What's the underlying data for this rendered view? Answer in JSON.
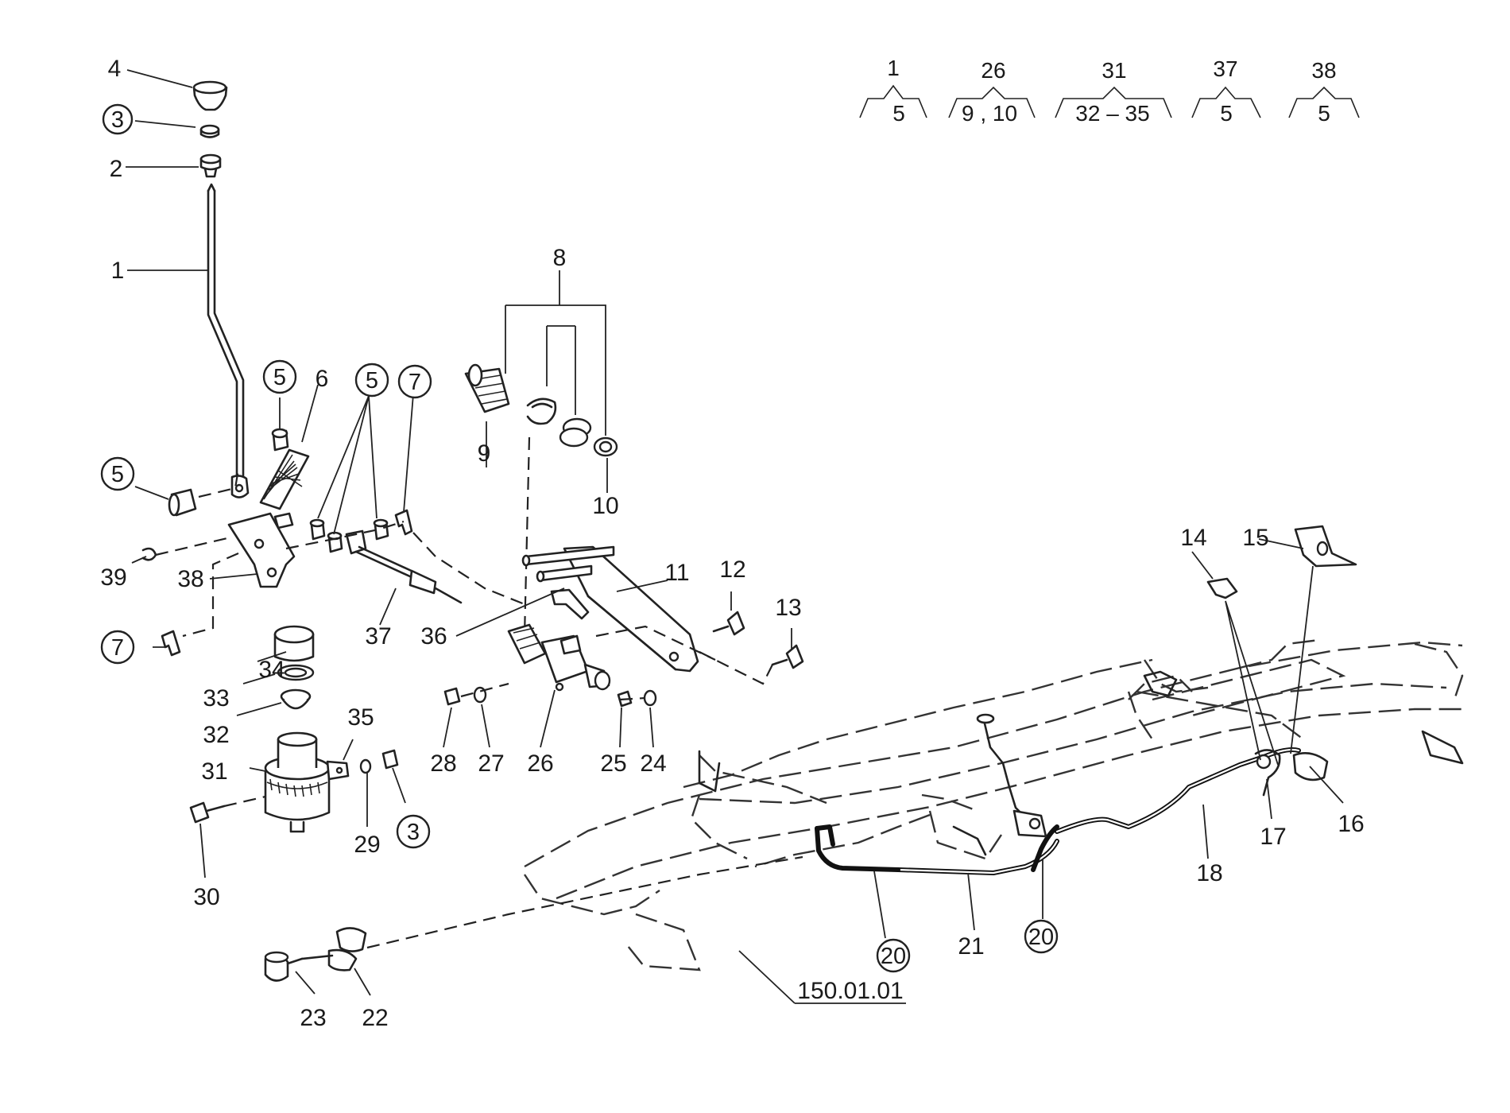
{
  "group_headers": [
    {
      "top": "1",
      "bottom": "5"
    },
    {
      "top": "26",
      "bottom": "9 , 10"
    },
    {
      "top": "31",
      "bottom": "32 – 35"
    },
    {
      "top": "37",
      "bottom": "5"
    },
    {
      "top": "38",
      "bottom": "5"
    }
  ],
  "labels": {
    "l1": "1",
    "l2": "2",
    "l3a": "3",
    "l3b": "3",
    "l4": "4",
    "l5a": "5",
    "l5b": "5",
    "l5c": "5",
    "l6": "6",
    "l7a": "7",
    "l7b": "7",
    "l8": "8",
    "l9": "9",
    "l10": "10",
    "l11": "11",
    "l12": "12",
    "l13": "13",
    "l14": "14",
    "l15": "15",
    "l16": "16",
    "l17": "17",
    "l18": "18",
    "l20a": "20",
    "l20b": "20",
    "l21": "21",
    "l22": "22",
    "l23": "23",
    "l24": "24",
    "l25": "25",
    "l26": "26",
    "l27": "27",
    "l28": "28",
    "l29": "29",
    "l30": "30",
    "l31": "31",
    "l32": "32",
    "l33": "33",
    "l34": "34",
    "l35": "35",
    "l36": "36",
    "l37": "37",
    "l38": "38",
    "l39": "39"
  },
  "reference": "150.01.01"
}
